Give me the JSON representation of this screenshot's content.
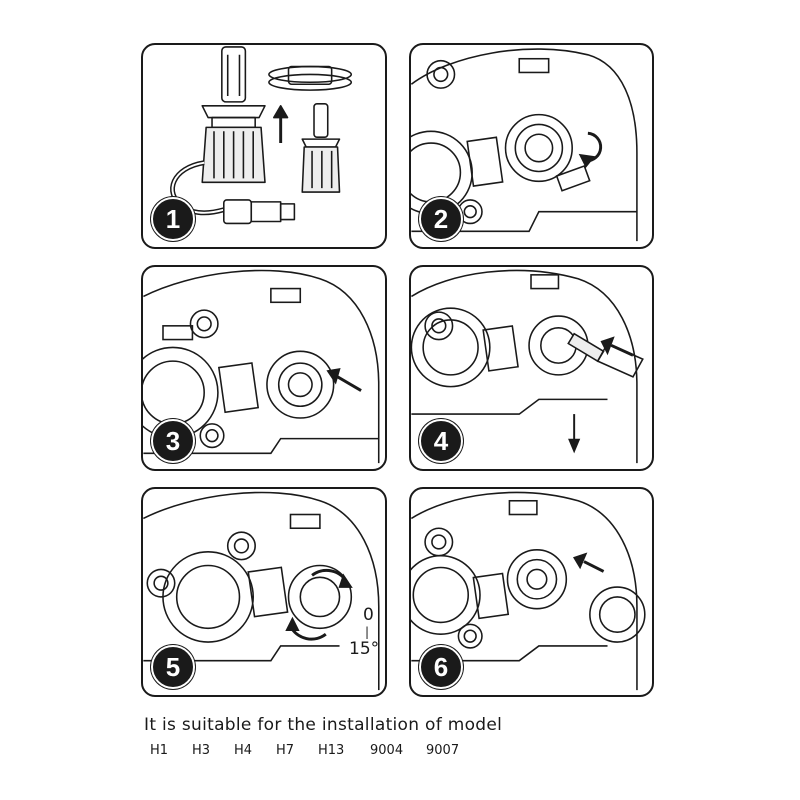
{
  "steps": [
    {
      "number": "1"
    },
    {
      "number": "2"
    },
    {
      "number": "3"
    },
    {
      "number": "4"
    },
    {
      "number": "5"
    },
    {
      "number": "6"
    }
  ],
  "step5_angle": {
    "top": "0",
    "bottom": "15°"
  },
  "caption": "It is suitable for the installation of model",
  "models": [
    "H1",
    "H3",
    "H4",
    "H7",
    "H13",
    "9004",
    "9007"
  ],
  "colors": {
    "line": "#1a1a1a",
    "background": "#ffffff"
  }
}
